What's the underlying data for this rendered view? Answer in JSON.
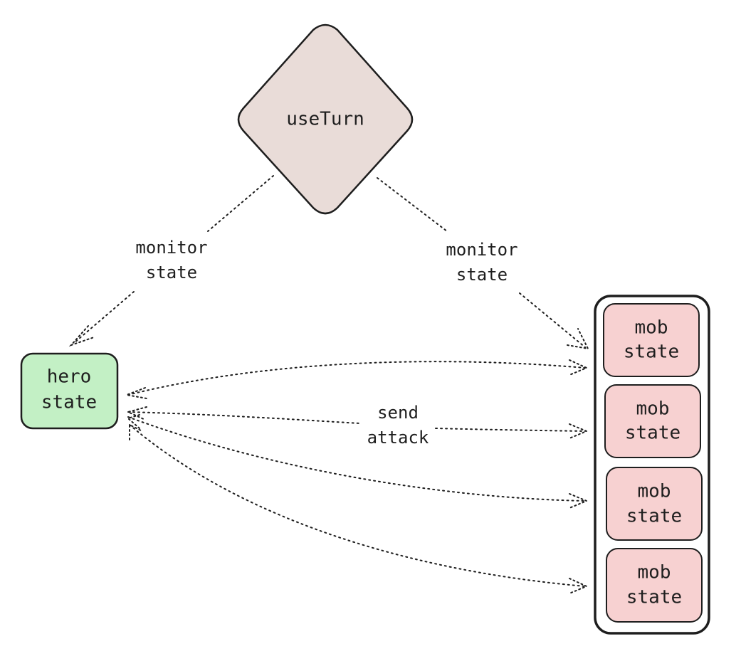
{
  "nodes": {
    "use_turn": {
      "label": "useTurn",
      "fill": "#e9dcd8"
    },
    "hero": {
      "line1": "hero",
      "line2": "state",
      "fill": "#c3f0c5"
    },
    "mob_group": {
      "fill": "#ffffff"
    },
    "mobs": [
      {
        "line1": "mob",
        "line2": "state"
      },
      {
        "line1": "mob",
        "line2": "state"
      },
      {
        "line1": "mob",
        "line2": "state"
      },
      {
        "line1": "mob",
        "line2": "state"
      }
    ],
    "mob_fill": "#f7d1d1"
  },
  "edges": {
    "monitor_left": {
      "line1": "monitor",
      "line2": "state"
    },
    "monitor_right": {
      "line1": "monitor",
      "line2": "state"
    },
    "send_attack": {
      "line1": "send",
      "line2": "attack"
    }
  },
  "colors": {
    "stroke": "#1e1e1e",
    "background": "#ffffff"
  }
}
